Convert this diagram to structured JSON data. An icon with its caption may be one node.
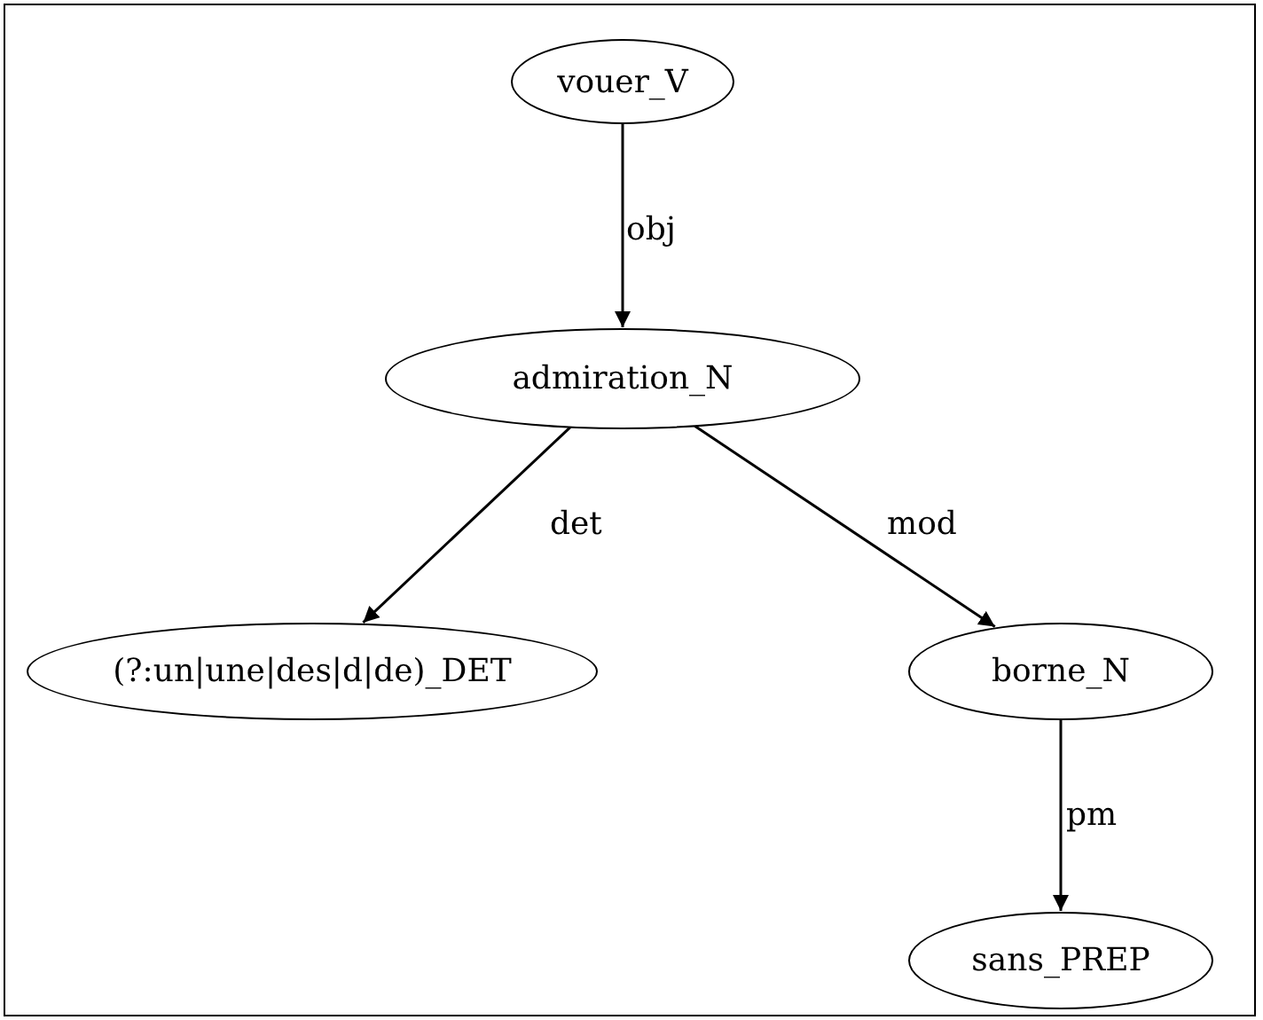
{
  "diagram": {
    "nodes": [
      {
        "text": [
          "vouer_V"
        ]
      },
      {
        "text": [
          "admiration_N"
        ]
      },
      {
        "text": [
          "(?:un|une|des|d|de)_DET"
        ]
      },
      {
        "text": [
          "borne_N"
        ]
      },
      {
        "text": [
          "sans_PREP"
        ]
      }
    ],
    "edges": [
      {
        "from": 0,
        "to": 1,
        "arrow": "to",
        "label": "obj"
      },
      {
        "from": 1,
        "to": 2,
        "arrow": "to",
        "label": "det"
      },
      {
        "from": 1,
        "to": 3,
        "arrow": "to",
        "label": "mod"
      },
      {
        "from": 3,
        "to": 4,
        "arrow": "to",
        "label": "pm"
      }
    ]
  }
}
